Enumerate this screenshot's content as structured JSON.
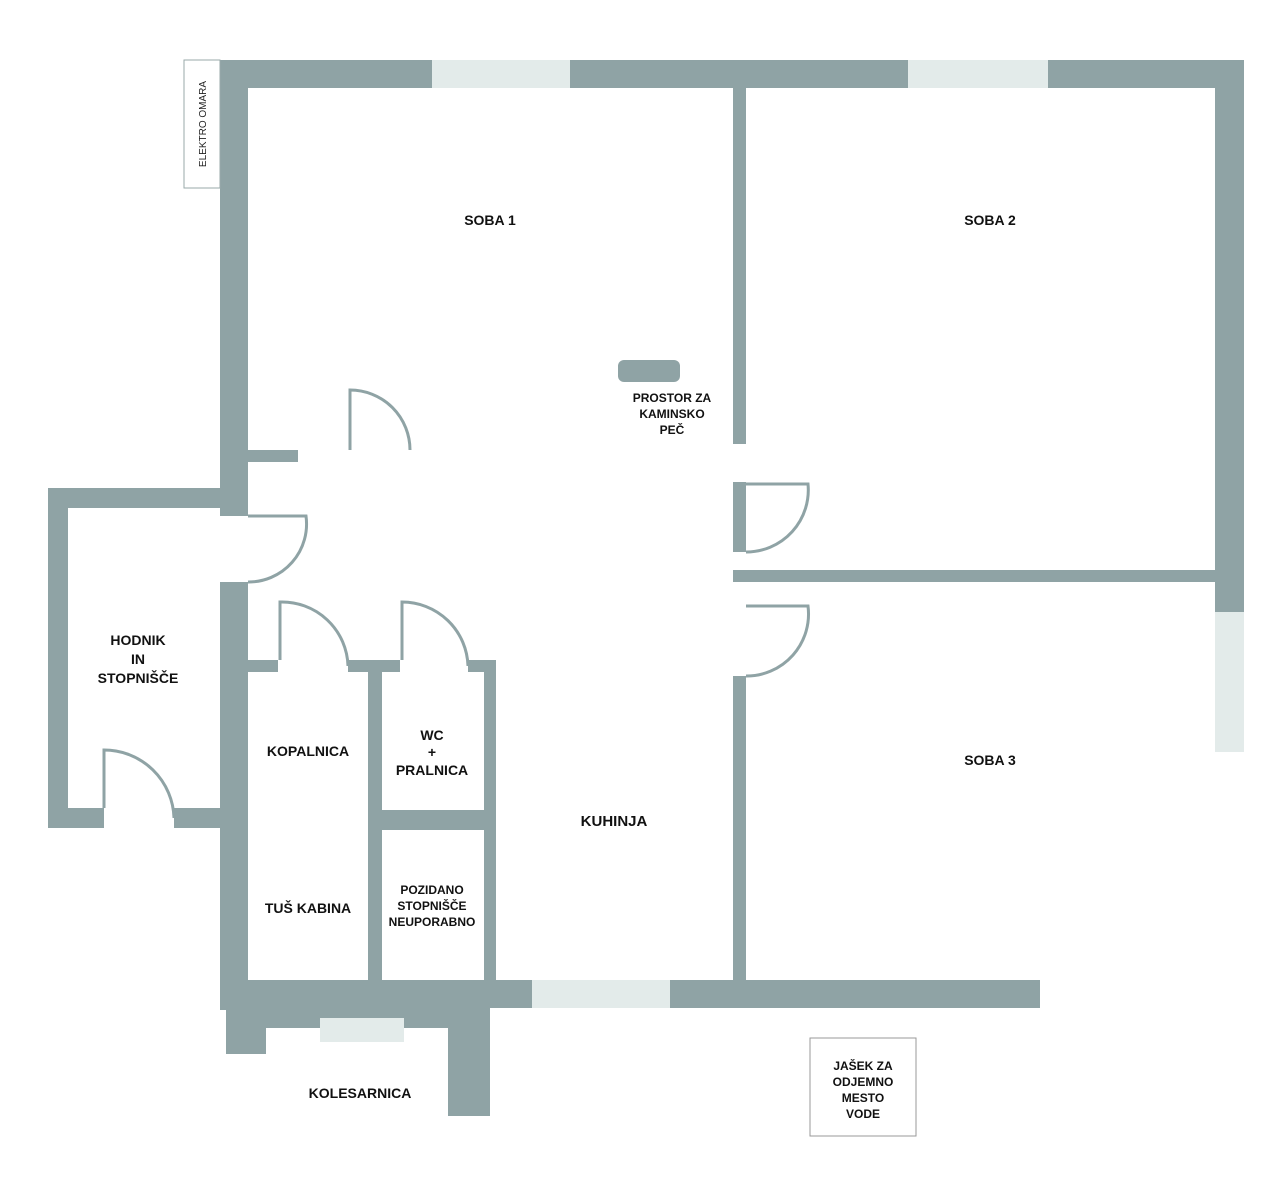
{
  "colors": {
    "wall": "#8fa3a5",
    "window": "#e3ebea",
    "background": "#ffffff",
    "text": "#111111"
  },
  "labels": {
    "elektro_omara": "ELEKTRO OMARA",
    "soba1": "SOBA 1",
    "soba2": "SOBA 2",
    "soba3": "SOBA 3",
    "prostor_line1": "PROSTOR ZA",
    "prostor_line2": "KAMINSKO",
    "prostor_line3": "PEČ",
    "hodnik_line1": "HODNIK",
    "hodnik_line2": "IN",
    "hodnik_line3": "STOPNIŠČE",
    "kopalnica": "KOPALNICA",
    "wc_line1": "WC",
    "wc_line2": "+",
    "wc_line3": "PRALNICA",
    "kuhinja": "KUHINJA",
    "tus_kabina": "TUŠ KABINA",
    "pozidano_line1": "POZIDANO",
    "pozidano_line2": "STOPNIŠČE",
    "pozidano_line3": "NEUPORABNO",
    "kolesarnica": "KOLESARNICA",
    "jasek_line1": "JAŠEK ZA",
    "jasek_line2": "ODJEMNO",
    "jasek_line3": "MESTO",
    "jasek_line4": "VODE"
  }
}
